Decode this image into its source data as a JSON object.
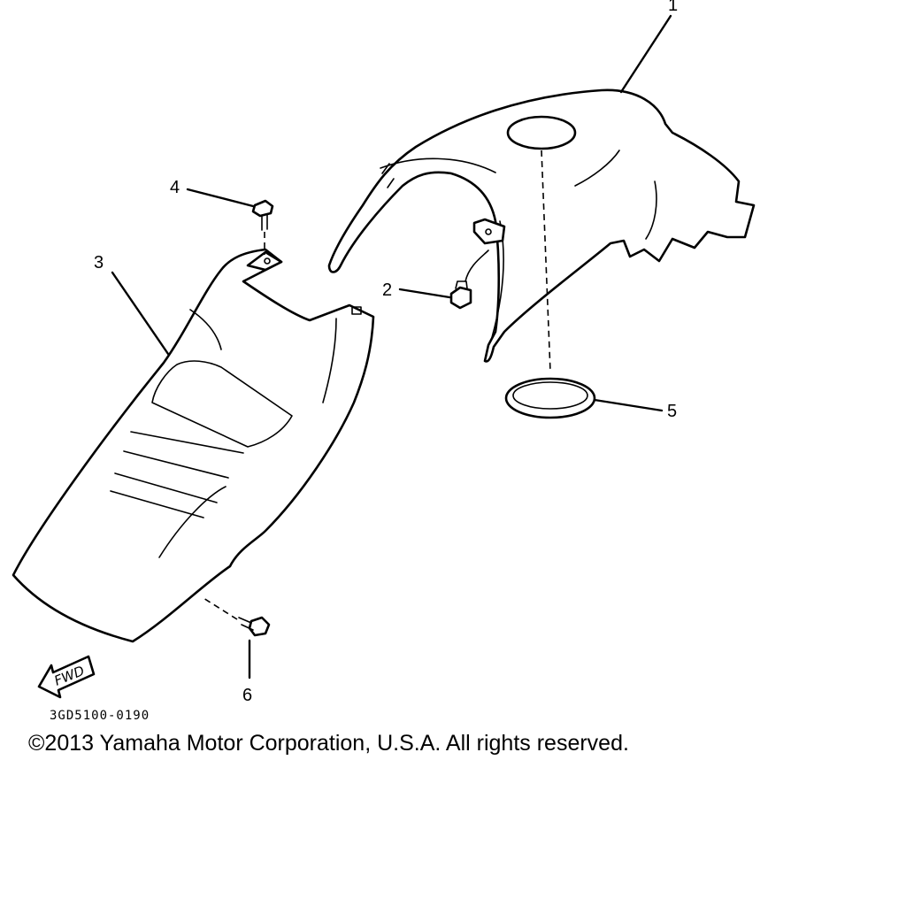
{
  "diagram": {
    "callouts": [
      {
        "id": "1",
        "label": "1"
      },
      {
        "id": "2",
        "label": "2"
      },
      {
        "id": "3",
        "label": "3"
      },
      {
        "id": "4",
        "label": "4"
      },
      {
        "id": "5",
        "label": "5"
      },
      {
        "id": "6",
        "label": "6"
      }
    ],
    "fwd_label": "FWD",
    "drawing_code": "3GD5100-0190"
  },
  "copyright": "©2013 Yamaha Motor Corporation, U.S.A. All rights reserved.",
  "colors": {
    "line": "#000000",
    "background": "#ffffff"
  }
}
